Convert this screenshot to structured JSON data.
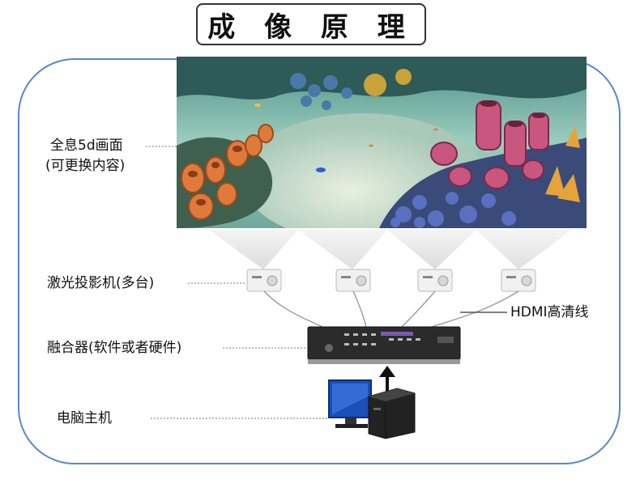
{
  "title": "成 像 原 理",
  "labels": {
    "hologram_line1": "全息5d画面",
    "hologram_line2": "(可更换内容)",
    "projectors": "激光投影机(多台)",
    "hdmi": "HDMI高清线",
    "fusion": "融合器(软件或者硬件)",
    "computer": "电脑主机"
  },
  "icons": {
    "projector": "projector-icon",
    "fusion_box": "fusion-device-icon",
    "computer": "computer-icon",
    "arrow": "arrow-up-icon"
  },
  "colors": {
    "frame": "#5b87c8",
    "water": "#7fbab0",
    "coral_orange": "#e07a3a",
    "coral_pink": "#c9567f",
    "coral_blue": "#5a6fc0"
  }
}
